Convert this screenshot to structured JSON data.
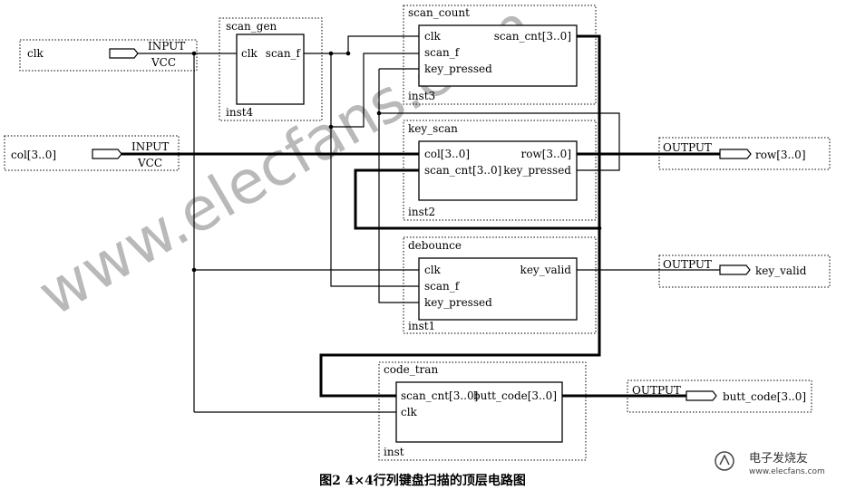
{
  "watermark": "www.elecfans.com",
  "caption": "图2  4×4行列键盘扫描的顶层电路图",
  "logo": {
    "text": "电子发烧友",
    "url": "www.elecfans.com"
  },
  "ports": {
    "clk": {
      "name": "clk",
      "type": "INPUT",
      "vcc": "VCC"
    },
    "col": {
      "name": "col[3..0]",
      "type": "INPUT",
      "vcc": "VCC"
    },
    "row": {
      "name": "row[3..0]",
      "type": "OUTPUT"
    },
    "key_valid": {
      "name": "key_valid",
      "type": "OUTPUT"
    },
    "butt_code": {
      "name": "butt_code[3..0]",
      "type": "OUTPUT"
    }
  },
  "blocks": {
    "scan_gen": {
      "title": "scan_gen",
      "inst": "inst4",
      "inputs": [
        "clk"
      ],
      "outputs": [
        "scan_f"
      ]
    },
    "scan_count": {
      "title": "scan_count",
      "inst": "inst3",
      "inputs": [
        "clk",
        "scan_f",
        "key_pressed"
      ],
      "outputs": [
        "scan_cnt[3..0]"
      ]
    },
    "key_scan": {
      "title": "key_scan",
      "inst": "inst2",
      "inputs": [
        "col[3..0]",
        "scan_cnt[3..0]"
      ],
      "outputs": [
        "row[3..0]",
        "key_pressed"
      ]
    },
    "debounce": {
      "title": "debounce",
      "inst": "inst1",
      "inputs": [
        "clk",
        "scan_f",
        "key_pressed"
      ],
      "outputs": [
        "key_valid"
      ]
    },
    "code_tran": {
      "title": "code_tran",
      "inst": "inst",
      "inputs": [
        "scan_cnt[3..0]",
        "clk"
      ],
      "outputs": [
        "butt_code[3..0]"
      ]
    }
  }
}
